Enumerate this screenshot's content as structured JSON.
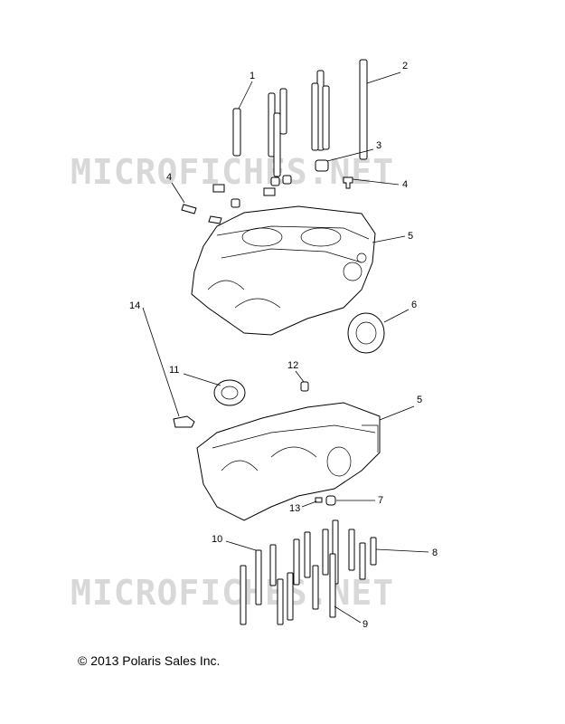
{
  "watermark": "MICROFICHES.NET",
  "copyright": "© 2013 Polaris Sales Inc.",
  "callouts": [
    "1",
    "2",
    "3",
    "4",
    "4",
    "5",
    "6",
    "14",
    "11",
    "12",
    "5",
    "13",
    "7",
    "10",
    "8",
    "9"
  ]
}
